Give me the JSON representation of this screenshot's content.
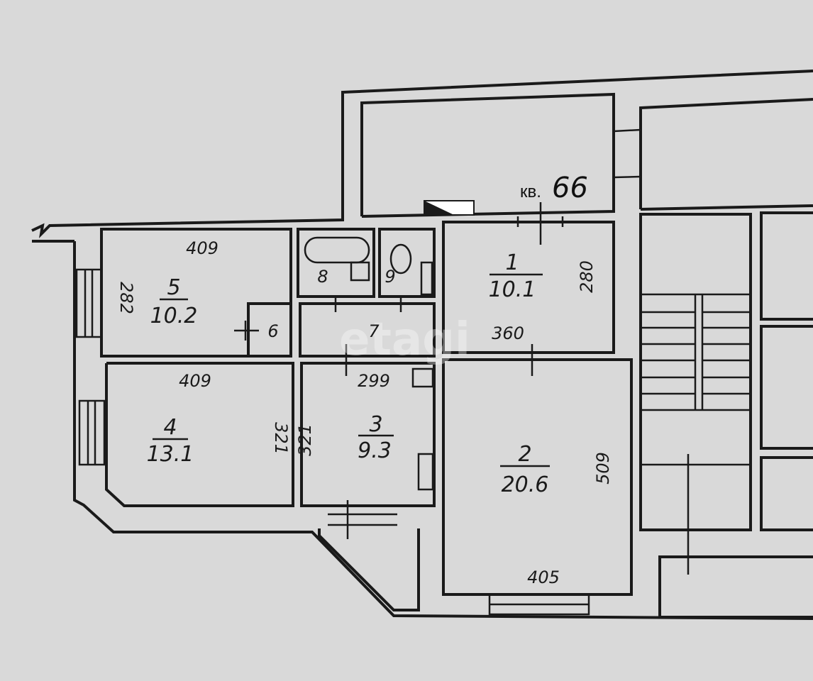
{
  "apartment": {
    "prefix": "кв.",
    "number": "66"
  },
  "watermark": "etagi",
  "rooms": [
    {
      "id": "1",
      "area": "10.1",
      "dims": [
        "360",
        "280"
      ]
    },
    {
      "id": "2",
      "area": "20.6",
      "dims": [
        "405",
        "509"
      ]
    },
    {
      "id": "3",
      "area": "9.3",
      "dims": [
        "299",
        "321"
      ]
    },
    {
      "id": "4",
      "area": "13.1",
      "dims": [
        "409",
        "321"
      ]
    },
    {
      "id": "5",
      "area": "10.2",
      "dims": [
        "409",
        "282"
      ]
    },
    {
      "id": "6"
    },
    {
      "id": "7"
    },
    {
      "id": "8"
    },
    {
      "id": "9"
    }
  ],
  "colors": {
    "paper": "#d9d9d9",
    "ink": "#1a1a1a"
  }
}
